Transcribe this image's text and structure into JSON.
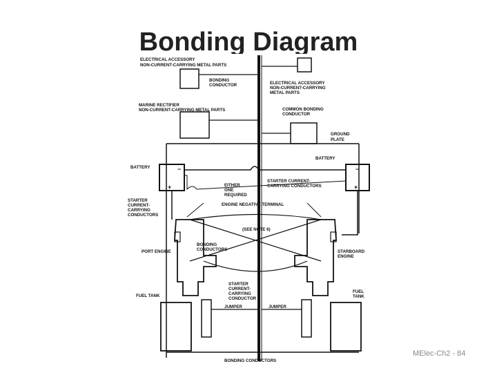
{
  "slide": {
    "title": "Bonding Diagram",
    "number": "MElec-Ch2 - 84"
  },
  "diagram": {
    "labels": {
      "elec_accessory_left_1": "ELECTRICAL ACCESSORY",
      "elec_accessory_left_2": "NON-CURRENT-CARRYING METAL PARTS",
      "bonding_conductor_1": "BONDING",
      "bonding_conductor_2": "CONDUCTOR",
      "elec_accessory_right_1": "ELECTRICAL ACCESSORY",
      "elec_accessory_right_2": "NON-CURRENT-CARRYING",
      "elec_accessory_right_3": "METAL PARTS",
      "marine_rectifier_1": "MARINE RECTIFIER",
      "marine_rectifier_2": "NON-CURRENT-CARRYING METAL PARTS",
      "common_bonding_1": "COMMON BONDING",
      "common_bonding_2": "CONDUCTOR",
      "ground_plate_1": "GROUND",
      "ground_plate_2": "PLATE",
      "battery_left": "BATTERY",
      "battery_right": "BATTERY",
      "either_1": "EITHER",
      "either_2": "ONE",
      "either_3": "REQUIRED",
      "starter_right_1": "STARTER CURRENT-",
      "starter_right_2": "CARRYING CONDUCTORS",
      "starter_left_1": "STARTER",
      "starter_left_2": "CURRENT-",
      "starter_left_3": "CARRYING",
      "starter_left_4": "CONDUCTORS",
      "engine_negative": "ENGINE NEGATIVE TERMINAL",
      "see_note": "(SEE NOTE 6)",
      "bonding_conductors_mid_1": "BONDING",
      "bonding_conductors_mid_2": "CONDUCTORS",
      "port_engine": "PORT ENGINE",
      "starboard_engine_1": "STARBOARD",
      "starboard_engine_2": "ENGINE",
      "starter_bottom_1": "STARTER",
      "starter_bottom_2": "CURRENT-",
      "starter_bottom_3": "CARRYING",
      "starter_bottom_4": "CONDUCTOR",
      "fuel_tank_left": "FUEL TANK",
      "fuel_tank_right_1": "FUEL",
      "fuel_tank_right_2": "TANK",
      "jumper_left": "JUMPER",
      "jumper_right": "JUMPER",
      "bonding_conductors_bottom": "BONDING CONDUCTORS",
      "bat_left_neg": "−",
      "bat_left_pos": "+",
      "bat_right_neg": "−",
      "bat_right_pos": "+"
    }
  }
}
